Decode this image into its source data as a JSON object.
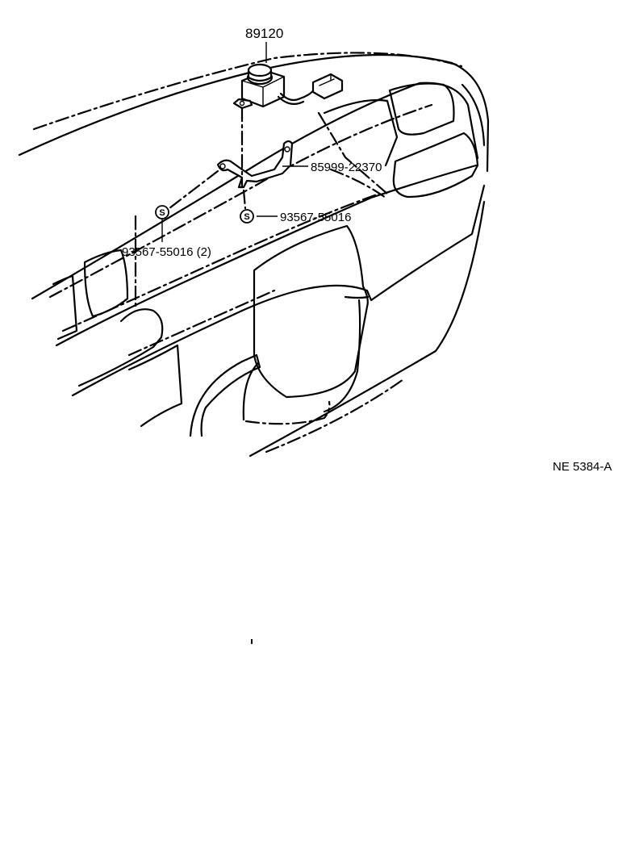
{
  "diagram": {
    "labels": {
      "part_horn": "89120",
      "part_bracket": "85999-22370",
      "part_screw_right": "93567-55016",
      "part_screw_left": "93567-55016 (2)",
      "screw_symbol_left": "S",
      "screw_symbol_right": "S",
      "reference_code": "NE 5384-A"
    }
  }
}
